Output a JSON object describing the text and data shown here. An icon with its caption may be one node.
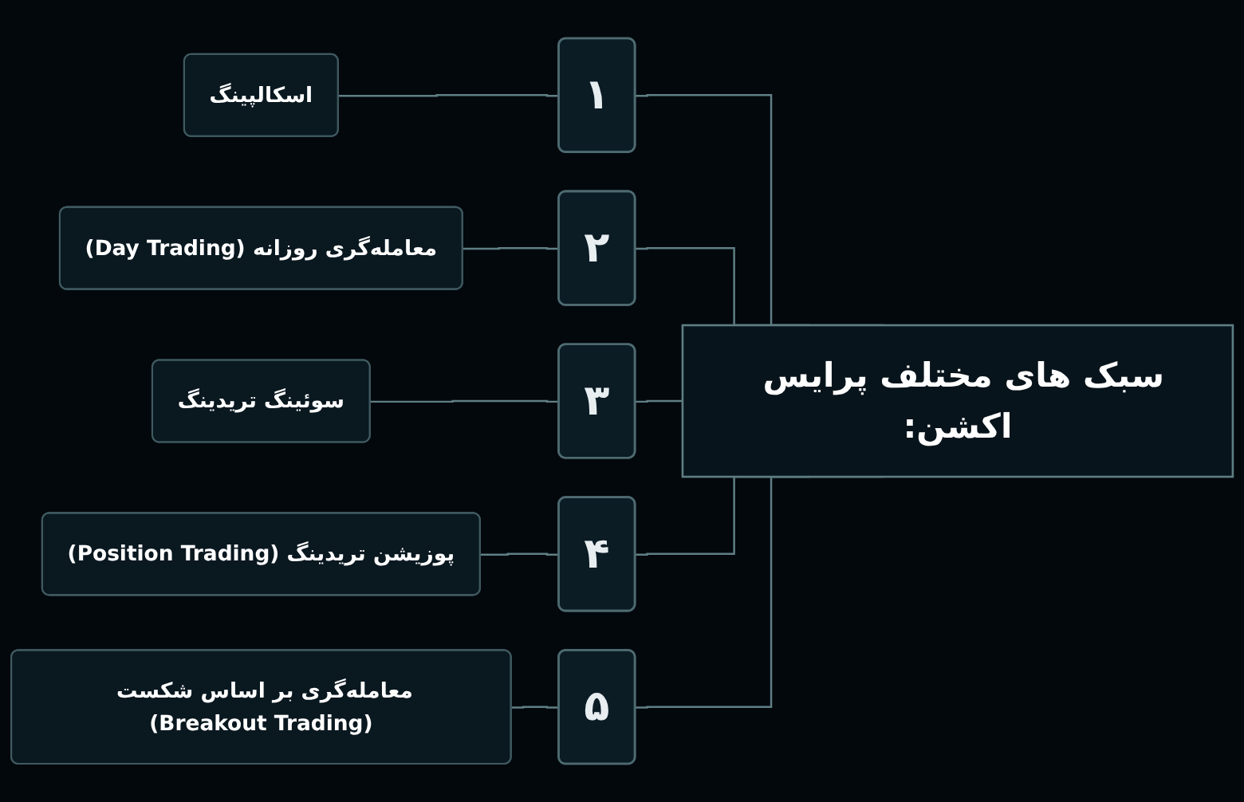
{
  "diagram": {
    "nodes": [
      {
        "text": [
          "سبک های مختلف پرایس اکشن:"
        ]
      },
      {
        "text": [
          "۱"
        ]
      },
      {
        "text": [
          "اسکالپینگ"
        ]
      },
      {
        "text": [
          "۲"
        ]
      },
      {
        "text": [
          "معامله‌گری روزانه (Day Trading)"
        ]
      },
      {
        "text": [
          "۳"
        ]
      },
      {
        "text": [
          "سوئینگ تریدینگ"
        ]
      },
      {
        "text": [
          "۴"
        ]
      },
      {
        "text": [
          "پوزیشن تریدینگ (Position Trading)"
        ]
      },
      {
        "text": [
          "۵"
        ]
      },
      {
        "text": [
          "معامله‌گری بر اساس شکست (Breakout Trading)"
        ]
      }
    ],
    "edges": [
      {
        "from": 0,
        "to": 1,
        "arrow": "none"
      },
      {
        "from": 1,
        "to": 2,
        "arrow": "none"
      },
      {
        "from": 0,
        "to": 3,
        "arrow": "none"
      },
      {
        "from": 3,
        "to": 4,
        "arrow": "none"
      },
      {
        "from": 0,
        "to": 5,
        "arrow": "none"
      },
      {
        "from": 5,
        "to": 6,
        "arrow": "none"
      },
      {
        "from": 0,
        "to": 7,
        "arrow": "none"
      },
      {
        "from": 7,
        "to": 8,
        "arrow": "none"
      },
      {
        "from": 0,
        "to": 9,
        "arrow": "none"
      },
      {
        "from": 9,
        "to": 10,
        "arrow": "none"
      }
    ]
  }
}
